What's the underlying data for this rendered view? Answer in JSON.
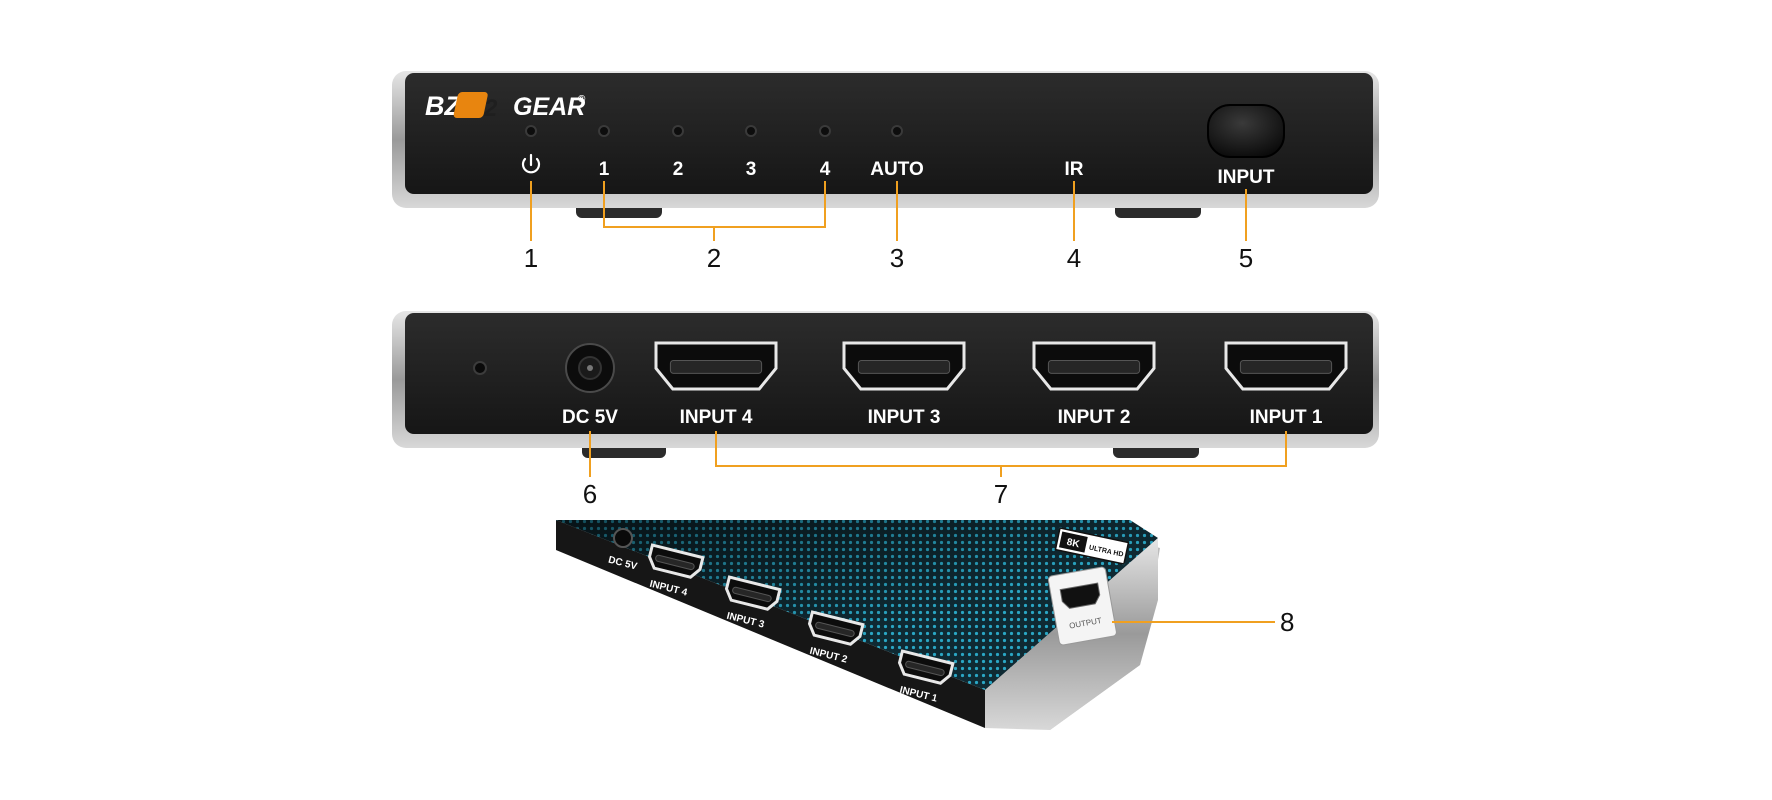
{
  "brand": {
    "name_part1": "BZB",
    "name_part2": "GEAR",
    "registered": "®",
    "accent_color": "#e8850f"
  },
  "front_panel": {
    "leds": [
      "1",
      "2",
      "3",
      "4",
      "AUTO"
    ],
    "power_icon": "power-icon",
    "ir_label": "IR",
    "input_button_label": "INPUT"
  },
  "rear_panel": {
    "dc_label": "DC 5V",
    "ports": [
      "INPUT 4",
      "INPUT 3",
      "INPUT 2",
      "INPUT 1"
    ]
  },
  "angled_view": {
    "dc_label": "DC 5V",
    "ports": [
      "INPUT 4",
      "INPUT 3",
      "INPUT 2",
      "INPUT 1"
    ],
    "output_label": "OUTPUT",
    "badge_text": "8K",
    "badge_subtext": "ULTRA HD"
  },
  "callouts": [
    "1",
    "2",
    "3",
    "4",
    "5",
    "6",
    "7",
    "8"
  ],
  "colors": {
    "callout_line": "#f0a020",
    "panel_dark": "#1f1f1f",
    "panel_silver": "#b8b8b8",
    "top_teal": "#2aa6c4"
  }
}
